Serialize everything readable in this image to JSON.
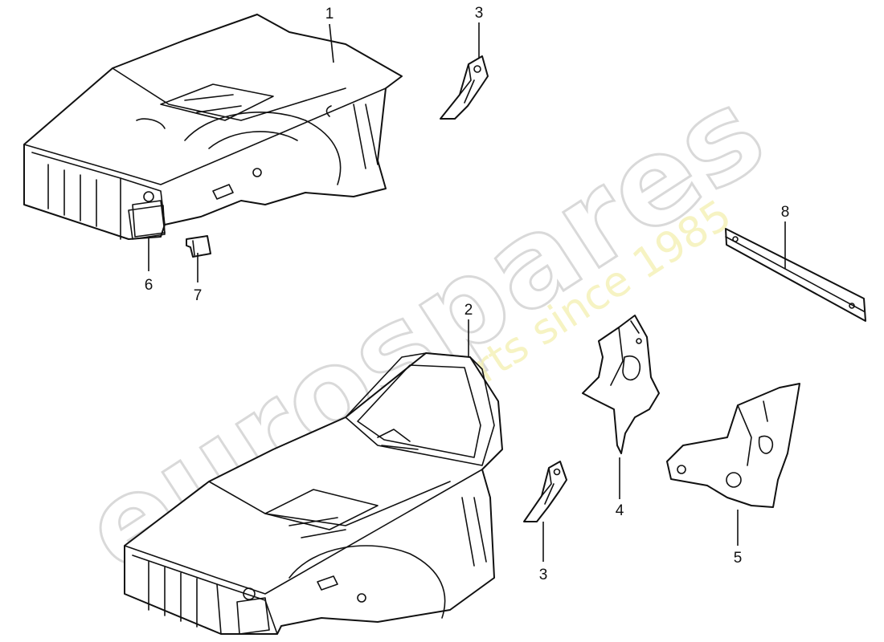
{
  "diagram": {
    "callouts": {
      "c1": "1",
      "c2": "2",
      "c3_top": "3",
      "c3_bottom": "3",
      "c4": "4",
      "c5": "5",
      "c6": "6",
      "c7": "7",
      "c8": "8"
    },
    "watermark": {
      "brand": "eurospares",
      "tagline": "a passion for parts since 1985"
    },
    "colors": {
      "line": "#111111",
      "watermark_outline": "#d9d9d9",
      "watermark_tagline": "#f3f0b0"
    }
  }
}
